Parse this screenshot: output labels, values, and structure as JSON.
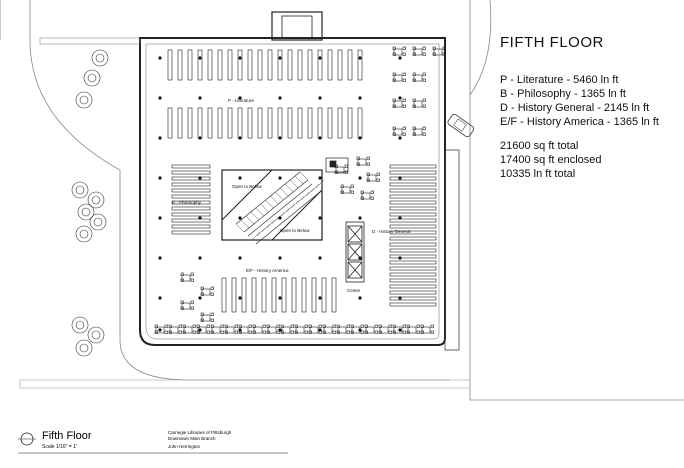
{
  "title": "FIFTH FLOOR",
  "sections": [
    "P - Literature - 5460 ln ft",
    "B - Philosophy - 1365 ln ft",
    "D - History General - 2145 ln ft",
    "E/F - History America - 1365 ln ft"
  ],
  "totals": [
    "21600 sq ft total",
    "17400 sq ft enclosed",
    "10335 ln ft total"
  ],
  "plan_labels": {
    "literature": "P - Literature",
    "philosophy": "B - Philosophy",
    "history_general": "D - History General",
    "history_america": "E/F - History America",
    "open_1": "Open to Below",
    "open_2": "Open to Below",
    "center": "Center"
  },
  "title_block": {
    "name": "Fifth Floor",
    "scale": "Scale 1/16\" = 1'",
    "org": "Carnegie Libraries of Pittsburgh",
    "branch": "Downtown Main Branch",
    "author": "John Herrington"
  },
  "colors": {
    "line": "#222222",
    "paper": "#ffffff"
  }
}
